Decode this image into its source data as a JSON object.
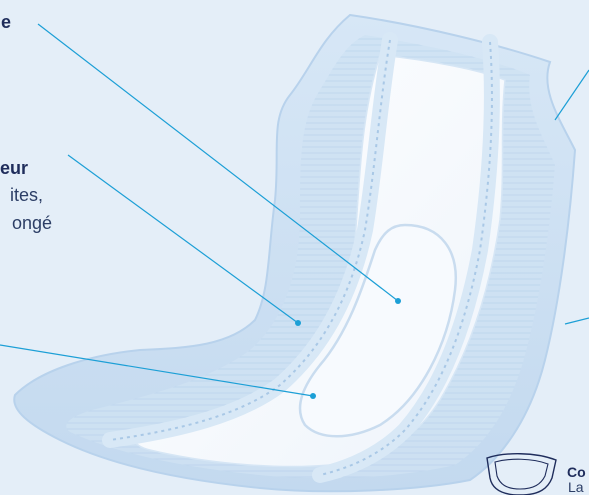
{
  "callouts": {
    "top_left": {
      "title": "e"
    },
    "middle_left": {
      "title": "eur",
      "line1": "ites,",
      "line2": "ongé"
    },
    "bottom_right": {
      "title": "Co",
      "line1": "La"
    }
  },
  "colors": {
    "background": "#e4eef8",
    "leader_line": "#1c9fd6",
    "label_text": "#1f2d5c",
    "pad_edge": "#c6dcf0",
    "pad_core": "#ffffff"
  },
  "icons": {
    "product": "pad-outline-icon"
  }
}
